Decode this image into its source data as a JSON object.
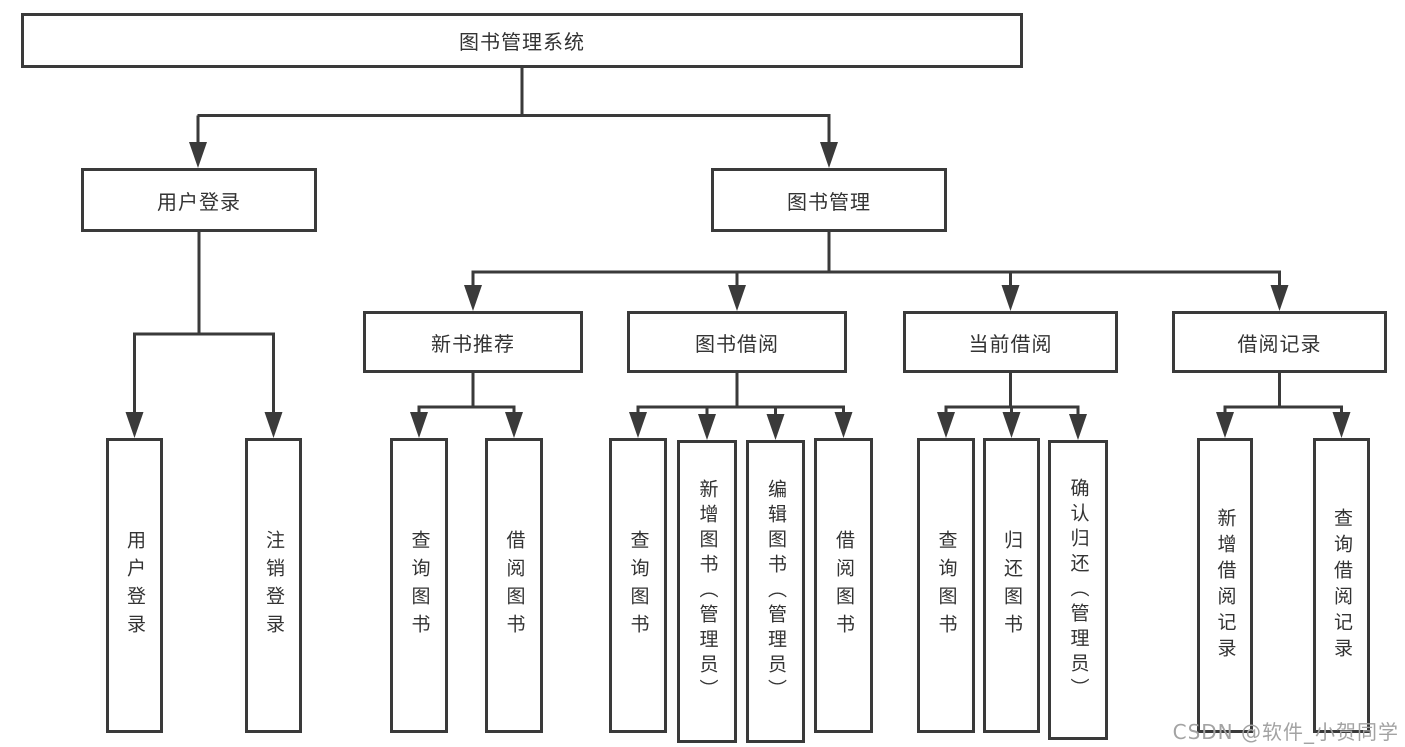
{
  "diagram_title": "图书管理系统",
  "nodes": {
    "root": "图书管理系统",
    "user_login": "用户登录",
    "book_mgmt": "图书管理",
    "new_books": "新书推荐",
    "book_borrow": "图书借阅",
    "current_borrow": "当前借阅",
    "borrow_records": "借阅记录",
    "leaf_user_login": "用户登录",
    "leaf_logout": "注销登录",
    "leaf_nb_query": "查询图书",
    "leaf_nb_borrow": "借阅图书",
    "leaf_bb_query": "查询图书",
    "leaf_bb_add": "新增图书（管理员）",
    "leaf_bb_edit": "编辑图书（管理员）",
    "leaf_bb_borrow": "借阅图书",
    "leaf_cb_query": "查询图书",
    "leaf_cb_return": "归还图书",
    "leaf_cb_confirm": "确认归还（管理员）",
    "leaf_br_add": "新增借阅记录",
    "leaf_br_query": "查询借阅记录"
  },
  "watermark": "CSDN @软件_小贺同学",
  "colors": {
    "line": "#3a3a3a",
    "box_border": "#3a3a3a",
    "text": "#333333",
    "watermark": "#a3a3a3",
    "background": "#ffffff"
  }
}
